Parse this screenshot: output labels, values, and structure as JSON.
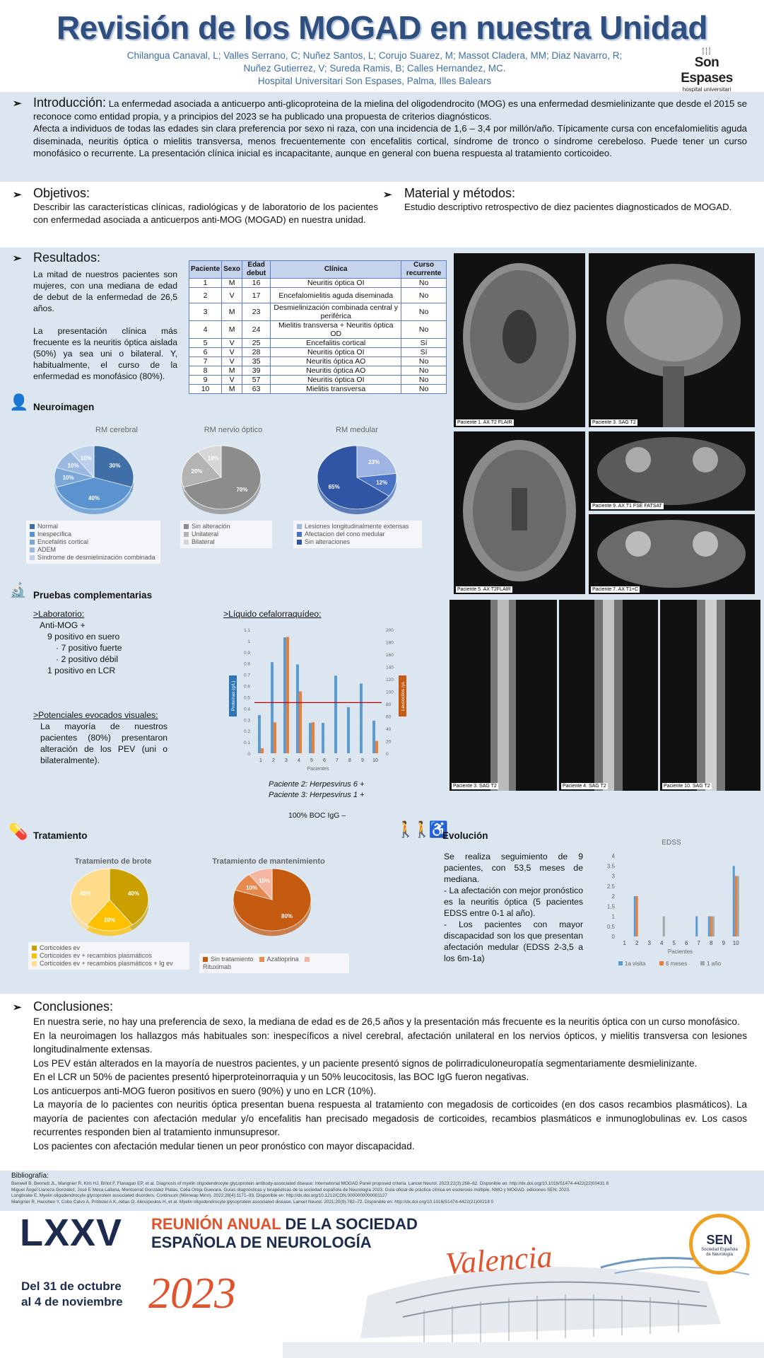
{
  "header": {
    "title": "Revisión de los MOGAD en nuestra Unidad",
    "authors_line1": "Chilangua Canaval, L; Valles Serrano, C; Nuñez Santos, L; Corujo Suarez, M; Massot Cladera, MM; Diaz Navarro, R;",
    "authors_line2": "Nuñez Gutierrez, V; Sureda Ramis, B; Calles Hernandez, MC.",
    "affiliation": "Hospital Universitari Son Espases, Palma, Illes Balears",
    "logo_name": "Son Espases",
    "logo_sub": "hospital universitari"
  },
  "intro": {
    "heading": "Introducción:",
    "p1": "La enfermedad asociada a anticuerpo anti-glicoproteina de la mielina del oligodendrocito (MOG) es una enfermedad desmielinizante que desde el 2015 se reconoce como entidad propia, y a principios del 2023 se ha publicado una propuesta de criterios diagnósticos.",
    "p2": "Afecta a individuos de todas las edades sin clara preferencia por sexo ni raza, con una incidencia de 1,6 – 3,4 por millón/año. Típicamente cursa con encefalomielitis aguda diseminada, neuritis óptica o mielitis transversa, menos frecuentemente con encefalitis cortical, síndrome de tronco o síndrome cerebeloso. Puede tener un curso monofásico o recurrente. La presentación clínica inicial es incapacitante, aunque en general con buena respuesta al tratamiento corticoideo."
  },
  "objetivos": {
    "heading": "Objetivos:",
    "text": "Describir las características clínicas, radiológicas y de laboratorio de los pacientes con enfermedad asociada a anticuerpos anti-MOG (MOGAD) en nuestra unidad."
  },
  "material": {
    "heading": "Material y métodos:",
    "text": "Estudio descriptivo retrospectivo de diez pacientes diagnosticados de MOGAD."
  },
  "resultados": {
    "heading": "Resultados:",
    "p1": "La mitad de nuestros pacientes son mujeres, con una mediana de edad de debut de la enfermedad de 26,5 años.",
    "p2": "La presentación clínica más frecuente es la neuritis óptica aislada (50%) ya sea uni o bilateral. Y, habitualmente, el curso de la enfermedad es monofásico (80%).",
    "table_headers": [
      "Paciente",
      "Sexo",
      "Edad debut",
      "Clínica",
      "Curso recurrente"
    ],
    "table_rows": [
      [
        "1",
        "M",
        "16",
        "Neuritis óptica OI",
        "No"
      ],
      [
        "2",
        "V",
        "17",
        "Encefalomielitis aguda diseminada",
        "No"
      ],
      [
        "3",
        "M",
        "23",
        "Desmielinización combinada central y periférica",
        "No"
      ],
      [
        "4",
        "M",
        "24",
        "Mielitis transversa + Neuritis óptica OD",
        "No"
      ],
      [
        "5",
        "V",
        "25",
        "Encefalitis cortical",
        "Sí"
      ],
      [
        "6",
        "V",
        "28",
        "Neuritis óptica OI",
        "Sí"
      ],
      [
        "7",
        "V",
        "35",
        "Neuritis óptica AO",
        "No"
      ],
      [
        "8",
        "M",
        "39",
        "Neuritis óptica AO",
        "No"
      ],
      [
        "9",
        "V",
        "57",
        "Neuritis óptica OI",
        "No"
      ],
      [
        "10",
        "M",
        "63",
        "Mielitis transversa",
        "No"
      ]
    ]
  },
  "neuroimagen": {
    "heading": "Neuroimagen",
    "pies": [
      {
        "title": "RM cerebral",
        "slices": [
          {
            "label": "Normal",
            "value": 30,
            "color": "#3f6fa6"
          },
          {
            "label": "Inespecífica",
            "value": 40,
            "color": "#5b93d1"
          },
          {
            "label": "Encefalitis cortical",
            "value": 10,
            "color": "#7aa6d8"
          },
          {
            "label": "ADEM",
            "value": 10,
            "color": "#9ab8e0"
          },
          {
            "label": "Síndrome de desmielinización combinada",
            "value": 10,
            "color": "#bcd0ec"
          }
        ],
        "pct": [
          "30%",
          "40%",
          "10%",
          "10%",
          "10%"
        ]
      },
      {
        "title": "RM  nervio óptico",
        "slices": [
          {
            "label": "Sin alteración",
            "value": 70,
            "color": "#8c8c8c"
          },
          {
            "label": "Unilateral",
            "value": 20,
            "color": "#b3b3b3"
          },
          {
            "label": "Bilateral",
            "value": 10,
            "color": "#d6d6d6"
          }
        ],
        "pct": [
          "70%",
          "20%",
          "10%"
        ]
      },
      {
        "title": "RM medular",
        "slices": [
          {
            "label": "Lesiones longitudinalmente extensas",
            "value": 23,
            "color": "#9fb4e3"
          },
          {
            "label": "Afectacion del cono medular",
            "value": 12,
            "color": "#4a72c4"
          },
          {
            "label": "Sin alteraciones",
            "value": 65,
            "color": "#2f55a4"
          }
        ],
        "pct": [
          "23%",
          "12%",
          "65%"
        ]
      }
    ]
  },
  "images": {
    "captions": [
      "Paciente 1. AX T2 FLAIR",
      "Paciente 3. SAG T2",
      "Paciente 5. AX T2FLAIR",
      "Paciente 9. AX T1 FSE FATSAT",
      "Paciente 7. AX T1+C",
      "Paciente 3. SAG T2",
      "Paciente 4. SAG T2",
      "Paciente 10. SAG T2"
    ]
  },
  "pruebas": {
    "heading": "Pruebas complementarias",
    "lab_heading": ">Laboratorio:",
    "lab_lines": [
      "Anti-MOG +",
      "9 positivo en suero",
      "· 7 positivo fuerte",
      "· 2 positivo débil",
      "1 positivo en LCR"
    ],
    "pev_heading": ">Potenciales evocados visuales:",
    "pev_text": "La mayoría de nuestros pacientes (80%) presentaron alteración de los PEV (uni o bilateralmente).",
    "lcr_heading": ">Líquido cefalorraquídeo:",
    "lcr_note1": "Paciente 2: Herpesvirus 6 +",
    "lcr_note2": "Paciente 3: Herpesvirus 1 +",
    "lcr_note3": "100% BOC IgG –"
  },
  "chart_data": [
    {
      "type": "bar",
      "title": "Líquido cefalorraquídeo",
      "categories": [
        "1",
        "2",
        "3",
        "4",
        "5",
        "6",
        "7",
        "8",
        "9",
        "10"
      ],
      "xlabel": "Pacientes",
      "ylabel": "Proteínas (g/L)",
      "y2label": "Leucocitos /µL",
      "ylim": [
        0,
        1.1
      ],
      "y2lim": [
        0,
        200
      ],
      "reference_line": 0.45,
      "series": [
        {
          "name": "Proteínas (g/L)",
          "axis": "left",
          "color": "#5b9bd5",
          "values": [
            0.34,
            0.81,
            1.03,
            0.79,
            0.27,
            0.27,
            0.69,
            0.41,
            0.62,
            0.29
          ]
        },
        {
          "name": "Leucocitos /µL",
          "axis": "right",
          "color": "#ed7d31",
          "values": [
            8,
            50,
            188,
            100,
            50,
            0,
            0,
            0,
            0,
            20
          ]
        }
      ]
    },
    {
      "type": "pie",
      "title": "Tratamiento de brote",
      "slices": [
        {
          "label": "Corticoides ev",
          "value": 40
        },
        {
          "label": "Corticoides ev + recambios plasmáticos",
          "value": 20
        },
        {
          "label": "Corticoides ev + recambios plasmáticos + Ig ev",
          "value": 40
        }
      ]
    },
    {
      "type": "pie",
      "title": "Tratamiento de mantenimiento",
      "slices": [
        {
          "label": "Sin tratamiento",
          "value": 80
        },
        {
          "label": "Azatioprina",
          "value": 10
        },
        {
          "label": "Rituximab",
          "value": 10
        }
      ]
    },
    {
      "type": "bar",
      "title": "EDSS",
      "categories": [
        "1",
        "2",
        "3",
        "4",
        "5",
        "6",
        "7",
        "8",
        "9",
        "10"
      ],
      "xlabel": "Pacientes",
      "ylim": [
        0,
        4
      ],
      "series": [
        {
          "name": "1a visita",
          "color": "#5b9bd5",
          "values": [
            0,
            2,
            0,
            0,
            0,
            0,
            1,
            1,
            0,
            3.5
          ]
        },
        {
          "name": "6 meses",
          "color": "#ed7d31",
          "values": [
            0,
            2,
            0,
            0,
            0,
            0,
            0,
            1,
            0,
            3
          ]
        },
        {
          "name": "1 año",
          "color": "#a5a5a5",
          "values": [
            0,
            0,
            0,
            1,
            0,
            0,
            0,
            1,
            0,
            3
          ]
        }
      ]
    }
  ],
  "tratamiento": {
    "heading": "Tratamiento",
    "brote_title": "Tratamiento de brote",
    "brote_slices": [
      {
        "label": "Corticoides ev",
        "value": 40,
        "color": "#c9a000"
      },
      {
        "label": "Corticoides ev + recambios plasmáticos",
        "value": 20,
        "color": "#ffc000"
      },
      {
        "label": "Corticoides ev + recambios plasmáticos + Ig ev",
        "value": 40,
        "color": "#ffdb8a"
      }
    ],
    "brote_pct": [
      "40%",
      "20%",
      "40%"
    ],
    "mant_title": "Tratamiento de mantenimiento",
    "mant_slices": [
      {
        "label": "Sin tratamiento",
        "value": 80,
        "color": "#c55a11"
      },
      {
        "label": "Azatioprina",
        "value": 10,
        "color": "#e7894f"
      },
      {
        "label": "Rituximab",
        "value": 10,
        "color": "#f4b6a0"
      }
    ],
    "mant_pct": [
      "80%",
      "10%",
      "10%"
    ]
  },
  "evolucion": {
    "heading": "Evolución",
    "p1": "Se realiza seguimiento de 9 pacientes, con 53,5 meses de mediana.",
    "p2": "- La afectación con mejor pronóstico es la neuritis óptica (5 pacientes EDSS entre 0-1 al año).",
    "p3": "- Los pacientes con mayor discapacidad son los que presentan afectación medular (EDSS 2-3,5 a los 6m-1a)"
  },
  "conclusiones": {
    "heading": "Conclusiones:",
    "lines": [
      "En nuestra serie, no hay una preferencia de sexo, la mediana de edad es de 26,5 años y la presentación más frecuente es la neuritis óptica con un curso monofásico.",
      "En la neuroimagen los hallazgos más habituales son: inespecíficos a nivel cerebral, afectación unilateral en los nervios ópticos, y mielitis transversa con lesiones longitudinalmente extensas.",
      "Los PEV están alterados en la mayoría de nuestros pacientes, y un paciente presentó signos de polirradiculoneuropatía segmentariamente desmielinizante.",
      "En el LCR un 50% de pacientes presentó hiperproteinorraquia y un 50% leucocitosis, las BOC IgG fueron negativas.",
      "Los anticuerpos anti-MOG fueron positivos en suero (90%) y uno en LCR (10%).",
      "La mayoría de lo pacientes con neuritis óptica presentan buena respuesta al tratamiento con megadosis de corticoides (en dos casos recambios plasmáticos). La mayoría de pacientes con afectación medular y/o encefalitis han precisado megadosis de corticoides, recambios plasmáticos e inmunoglobulinas ev. Los casos recurrentes responden bien al tratamiento inmunsupresor.",
      "Los pacientes con afectación medular tienen un peor pronóstico con mayor discapacidad."
    ]
  },
  "bibliografia": {
    "heading": "Bibliografía:",
    "refs": [
      "Banwell B, Bennett JL, Marignier R, Kim HJ, Brilot F, Flanagan EP, et al. Diagnosis of myelin oligodendrocyte glycoprotein antibody-associated disease: International MOGAD Panel proposed criteria. Lancet Neurol. 2023;22(3):268–82. Disponible en: http://dx.doi.org/10.1016/S1474-4422(22)00431 8",
      "Miguel Ángel Llaneza González, José E Meca Lallana, Montserrat González Platas, Celia Oreja Guevara. Guías diagnósticas y terapéuticas de la sociedad española de Neurología 2023. Guía oficial de práctica clínica en esclerosis múltiple, NMO y MOGAD. ediciones SEN; 2023.",
      "Longbrake E. Myelin oligodendrocyte glycoprotein associated disorders. Continuum (Minneap Minn). 2022;28(4):1171–93. Disponible en: http://dx.doi.org/10.1212/CON.0000000000001127",
      "Marignier R, Hacohen Y, Cobo Calvo A, Pröbstel A K, Aktas O, Alexopoulos H, et al. Myelin oligodendrocyte glycoprotein associated disease. Lancet Neurol. 2021;20(9):762–72. Disponible en: http://dx.doi.org/10.1016/S1474-4422(21)00218 0"
    ]
  },
  "footer": {
    "roman": "LXXV",
    "line1a": "REUNIÓN ANUAL",
    "line1b": " DE LA SOCIEDAD",
    "line2": "ESPAÑOLA DE NEUROLOGÍA",
    "city": "Valencia",
    "dates1": "Del 31 de octubre",
    "dates2": "al 4 de noviembre",
    "year": "2023",
    "sen": "SEN",
    "sen_sub": "Sociedad Española de Neurología"
  }
}
